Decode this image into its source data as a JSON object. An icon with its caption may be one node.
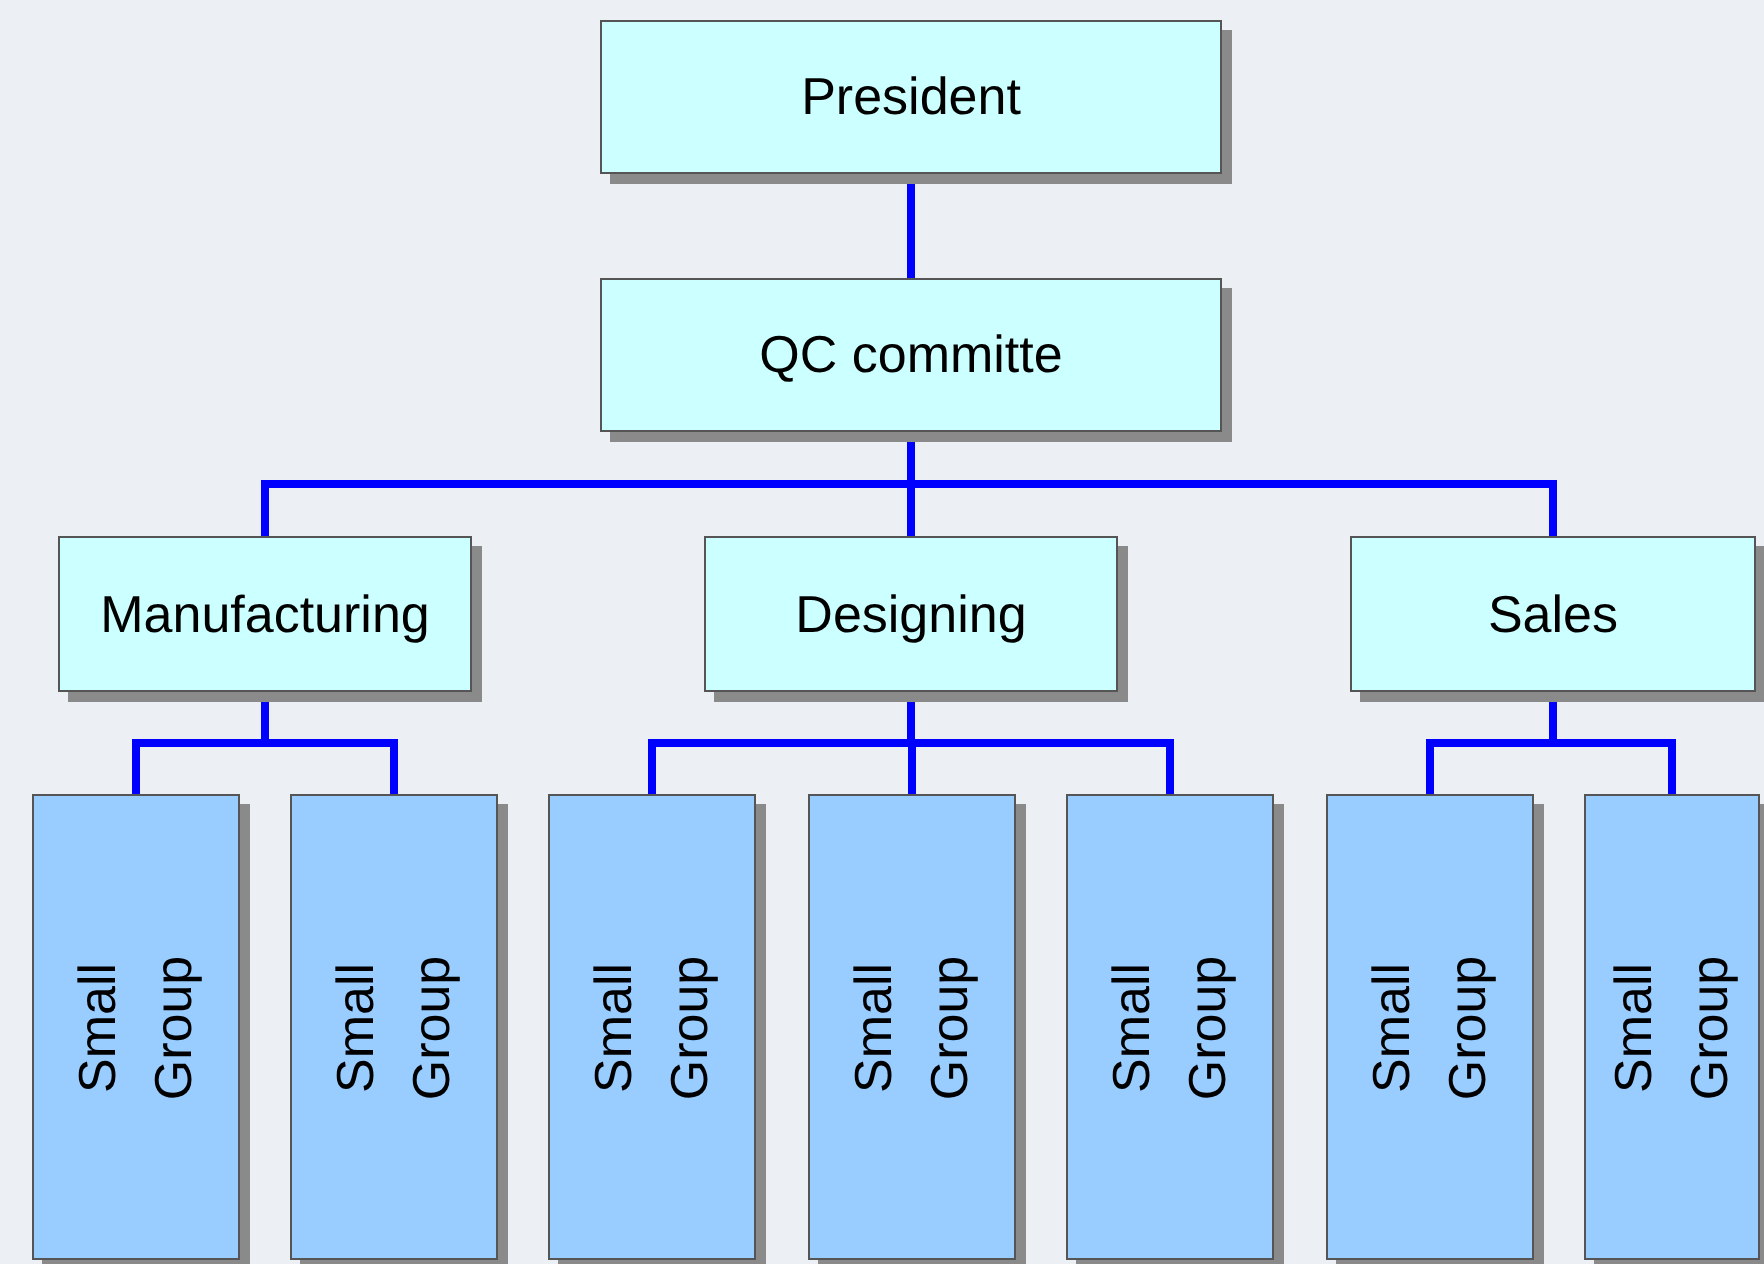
{
  "diagram": {
    "nodes": [
      {
        "text": [
          "President"
        ]
      },
      {
        "text": [
          "QC committe"
        ]
      },
      {
        "text": [
          "Manufacturing"
        ]
      },
      {
        "text": [
          "Designing"
        ]
      },
      {
        "text": [
          "Sales"
        ]
      },
      {
        "text": [
          "Small Group"
        ]
      },
      {
        "text": [
          "Small Group"
        ]
      },
      {
        "text": [
          "Small Group"
        ]
      },
      {
        "text": [
          "Small Group"
        ]
      },
      {
        "text": [
          "Small Group"
        ]
      },
      {
        "text": [
          "Small Group"
        ]
      },
      {
        "text": [
          "Small Group"
        ]
      }
    ],
    "edges": [
      {
        "from": 0,
        "to": 1,
        "arrow": "none"
      },
      {
        "from": 1,
        "to": 2,
        "arrow": "none"
      },
      {
        "from": 1,
        "to": 3,
        "arrow": "none"
      },
      {
        "from": 1,
        "to": 4,
        "arrow": "none"
      },
      {
        "from": 2,
        "to": 5,
        "arrow": "none"
      },
      {
        "from": 2,
        "to": 6,
        "arrow": "none"
      },
      {
        "from": 3,
        "to": 7,
        "arrow": "none"
      },
      {
        "from": 3,
        "to": 8,
        "arrow": "none"
      },
      {
        "from": 3,
        "to": 9,
        "arrow": "none"
      },
      {
        "from": 4,
        "to": 10,
        "arrow": "none"
      },
      {
        "from": 4,
        "to": 11,
        "arrow": "none"
      }
    ]
  }
}
